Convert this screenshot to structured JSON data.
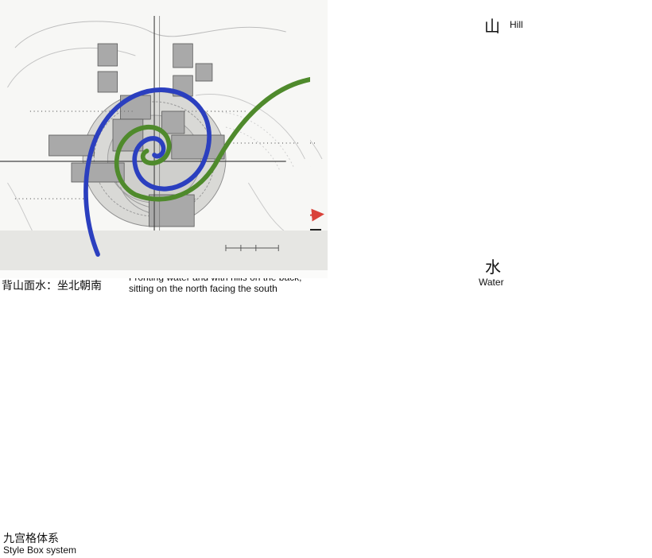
{
  "panel_1": {
    "caption_cn": "背山面水：坐北朝南",
    "caption_en_line1": "Fronting water and with hills on the back,",
    "caption_en_line2": "sitting on the north facing the south"
  },
  "panel_2": {
    "top_char": "山",
    "top_label": "Hill",
    "bottom_char": "水",
    "bottom_label": "Water"
  },
  "panel_3": {
    "caption_cn": "九宫格体系",
    "caption_en": "Style Box system"
  },
  "colors": {
    "hill_green": "#9fc95a",
    "axis_green": "#3f6b2a",
    "axis_blue": "#3a4fb0",
    "axis_red": "#b3322c",
    "grid_red": "#d9423a",
    "spiral_blue": "#2b3fbf",
    "spiral_green": "#4f8a2c",
    "water_blue": "#7f96cf"
  }
}
